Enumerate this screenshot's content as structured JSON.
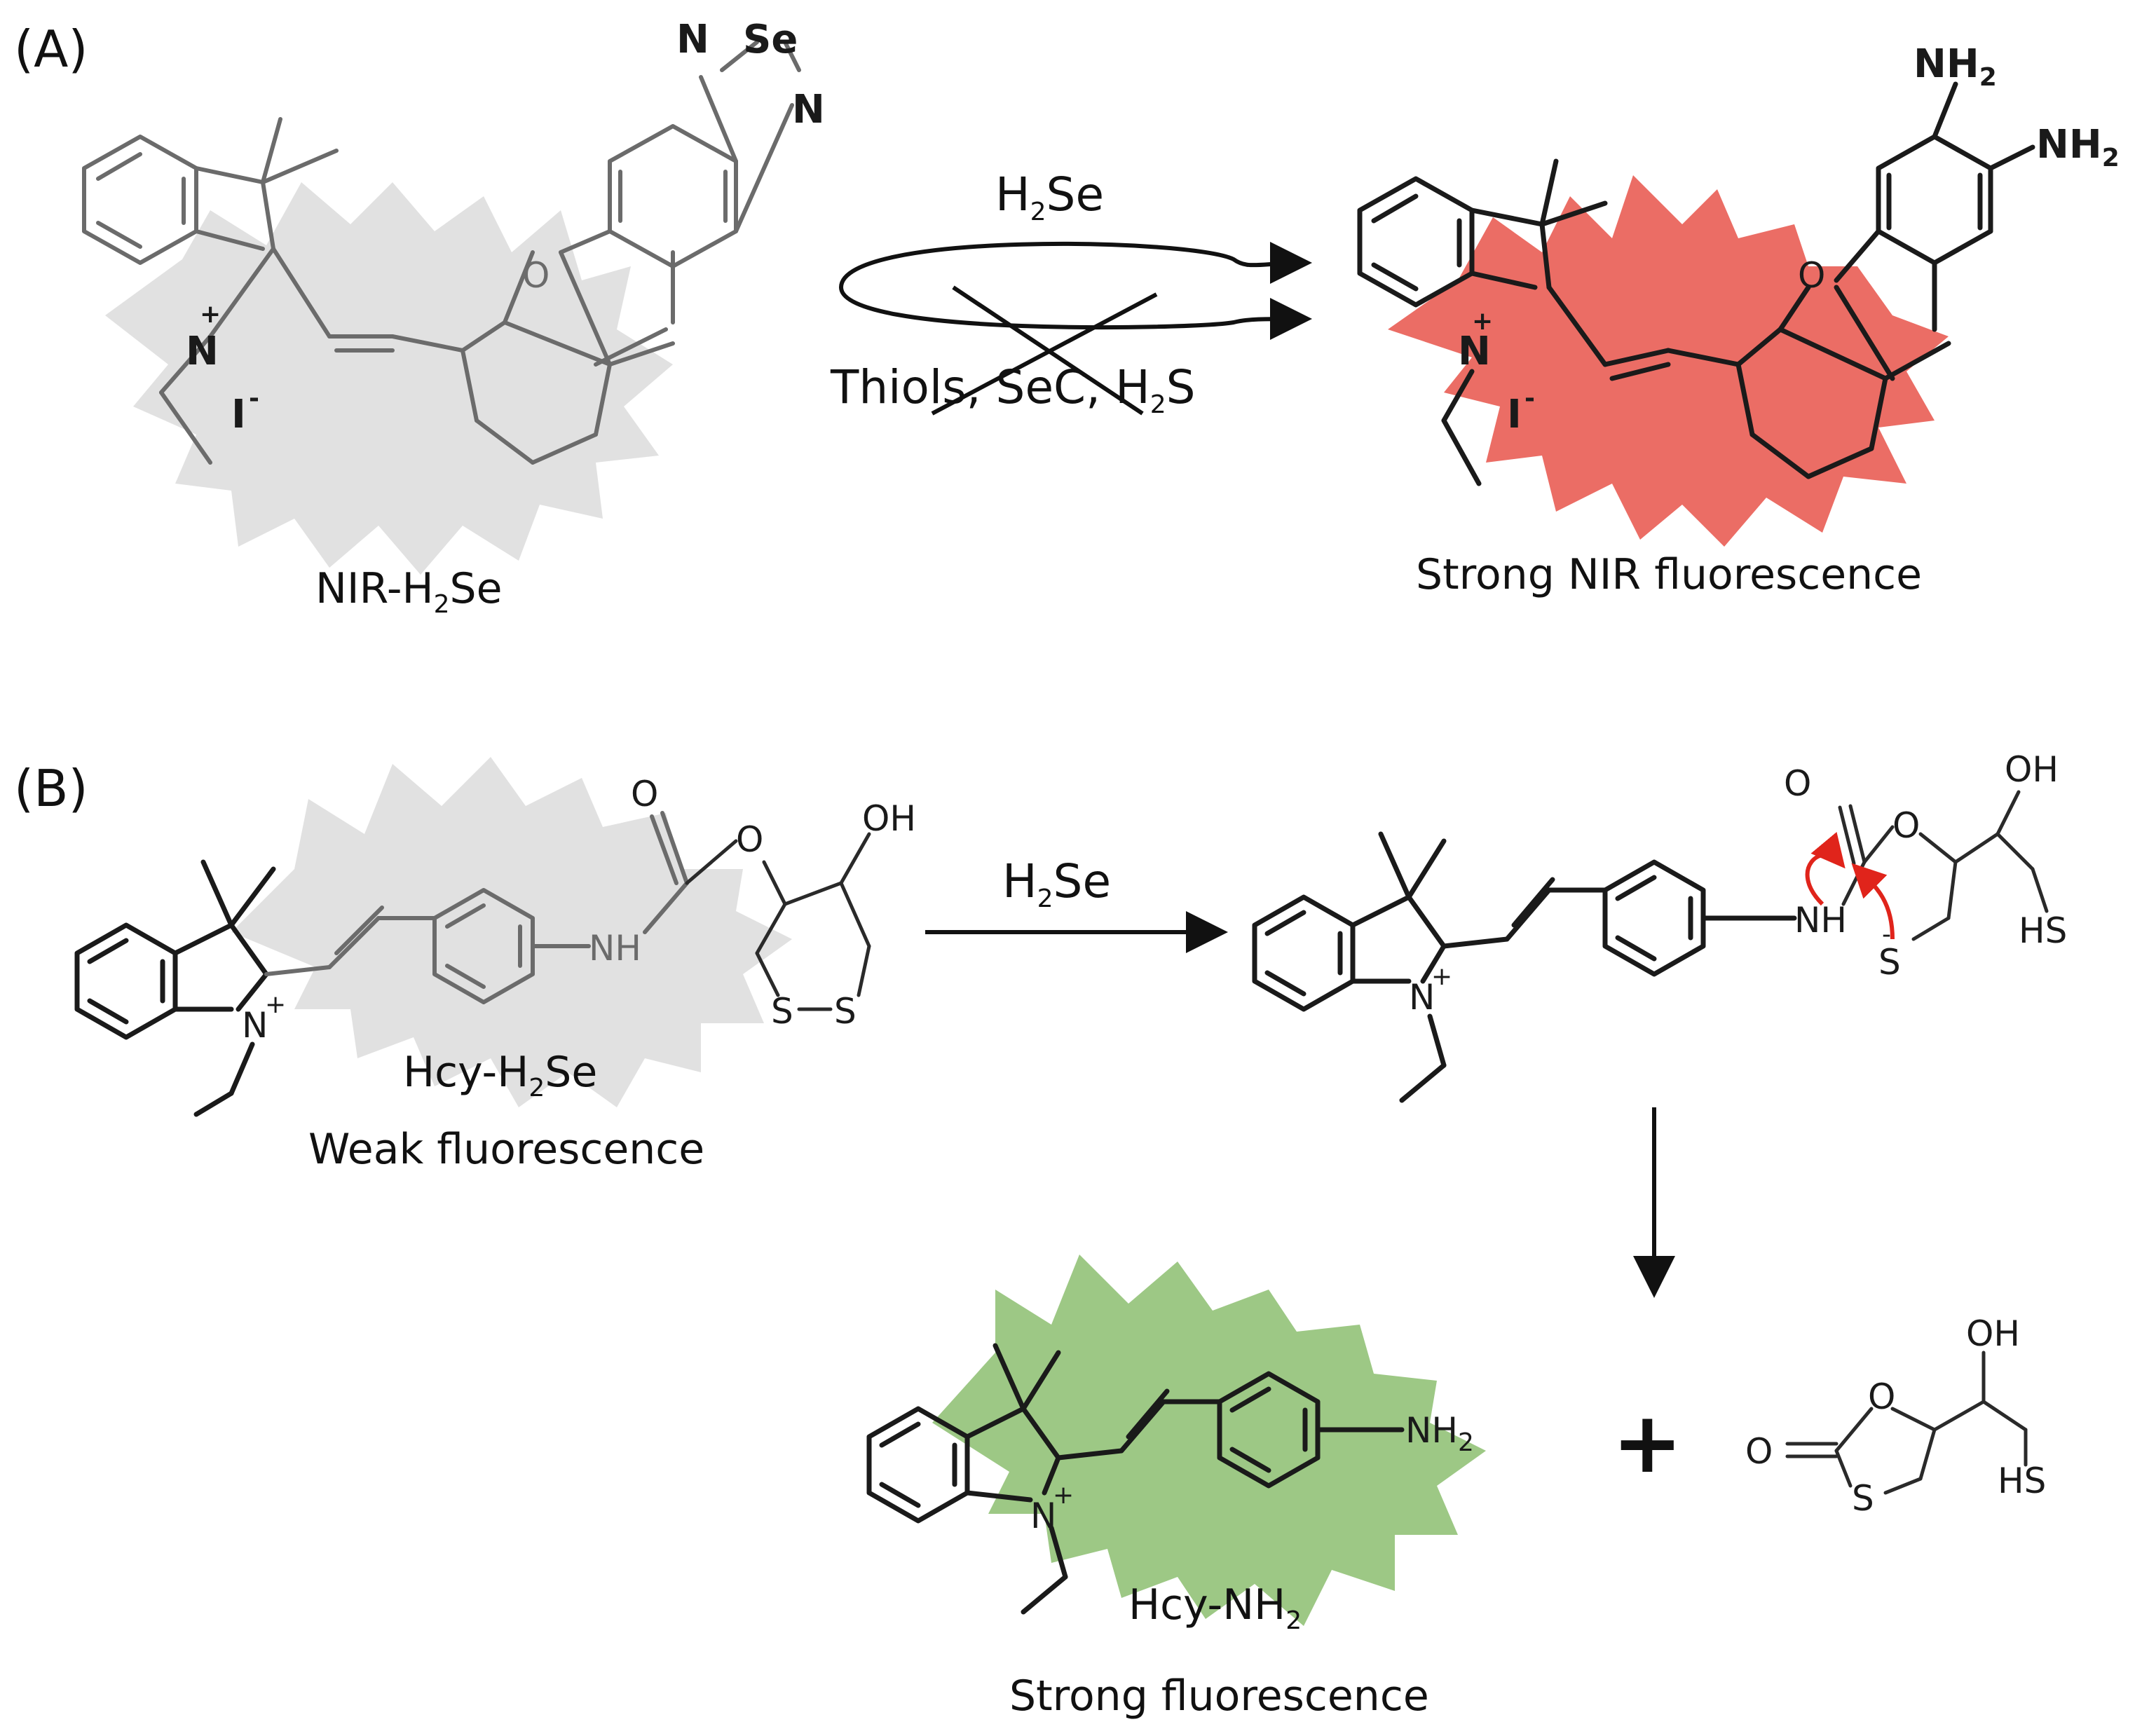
{
  "panel_a": {
    "label": "(A)",
    "reactant": {
      "name": "NIR-H2Se",
      "name_main": "NIR-H",
      "name_sub": "2",
      "name_tail": "Se",
      "atoms": {
        "n_plus": "N",
        "plus": "+",
        "iodide": "I",
        "iodide_charge": "-",
        "oxygen": "O",
        "ring_n1": "N",
        "ring_se": "Se",
        "ring_n2": "N"
      }
    },
    "reagent_top": {
      "main": "H",
      "sub": "2",
      "tail": "Se"
    },
    "reagent_bottom": {
      "main": "Thiols, SeC, H",
      "sub": "2",
      "tail": "S"
    },
    "product": {
      "label": "Strong NIR fluorescence",
      "atoms": {
        "n_plus": "N",
        "plus": "+",
        "iodide": "I",
        "iodide_charge": "-",
        "oxygen": "O",
        "nh2_1_main": "NH",
        "nh2_1_sub": "2",
        "nh2_2_main": "NH",
        "nh2_2_sub": "2"
      }
    }
  },
  "panel_b": {
    "label": "(B)",
    "reactant": {
      "name_main": "Hcy-H",
      "name_sub": "2",
      "name_tail": "Se",
      "fluorescence": "Weak fluorescence",
      "atoms": {
        "n_plus": "N",
        "plus": "+",
        "carbonyl_o": "O",
        "ester_o": "O",
        "oh": "OH",
        "nh": "NH",
        "s1": "S",
        "s2": "S"
      }
    },
    "reagent": {
      "main": "H",
      "sub": "2",
      "tail": "Se"
    },
    "intermediate": {
      "atoms": {
        "n_plus": "N",
        "plus": "+",
        "carbonyl_o": "O",
        "ester_o": "O",
        "oh": "OH",
        "nh": "NH",
        "s_minus": "S",
        "s_charge": "-",
        "sh": "HS"
      }
    },
    "product": {
      "name_main": "Hcy-NH",
      "name_sub": "2",
      "fluorescence": "Strong fluorescence",
      "atoms": {
        "n_plus": "N",
        "plus": "+",
        "nh2_main": "NH",
        "nh2_sub": "2"
      }
    },
    "plus_sign": "+",
    "byproduct": {
      "atoms": {
        "carbonyl_o": "O",
        "ring_o": "O",
        "ring_s": "S",
        "oh": "OH",
        "sh": "HS"
      }
    }
  },
  "colors": {
    "probe_glow": "#c8c8c8",
    "nir_glow": "#e8544a",
    "green_glow": "#7cb55c",
    "curly_arrow": "#e0241b",
    "ink": "#1a1a1a"
  }
}
